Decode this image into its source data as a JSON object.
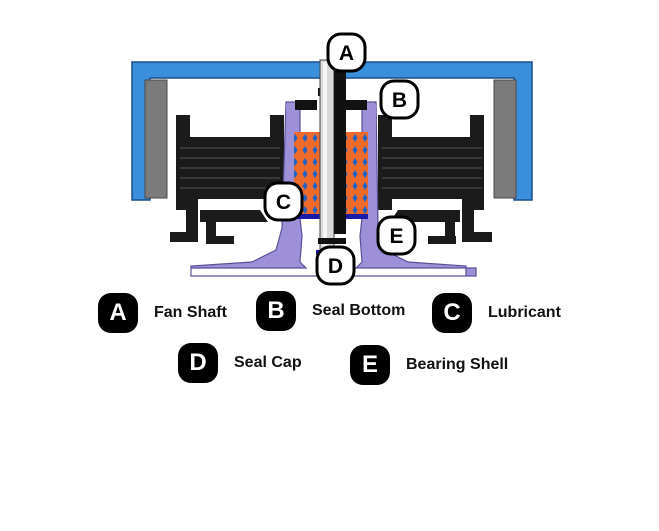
{
  "diagram": {
    "colors": {
      "housing": "#3a8fdc",
      "magnet": "#7b7b7b",
      "coil": "#1b1b1b",
      "bearing_shell": "#9d90d8",
      "lubricant": "#ee6a2a",
      "lubricant_dots": "#1e62c8",
      "shaft": "#d9d9d9",
      "seal": "#1a1aa8"
    },
    "callouts": [
      {
        "id": "A",
        "letter": "A"
      },
      {
        "id": "B",
        "letter": "B"
      },
      {
        "id": "C",
        "letter": "C"
      },
      {
        "id": "D",
        "letter": "D"
      },
      {
        "id": "E",
        "letter": "E"
      }
    ]
  },
  "legend": [
    {
      "letter": "A",
      "label": "Fan Shaft"
    },
    {
      "letter": "B",
      "label": "Seal Bottom"
    },
    {
      "letter": "C",
      "label": "Lubricant"
    },
    {
      "letter": "D",
      "label": "Seal Cap"
    },
    {
      "letter": "E",
      "label": "Bearing Shell"
    }
  ]
}
